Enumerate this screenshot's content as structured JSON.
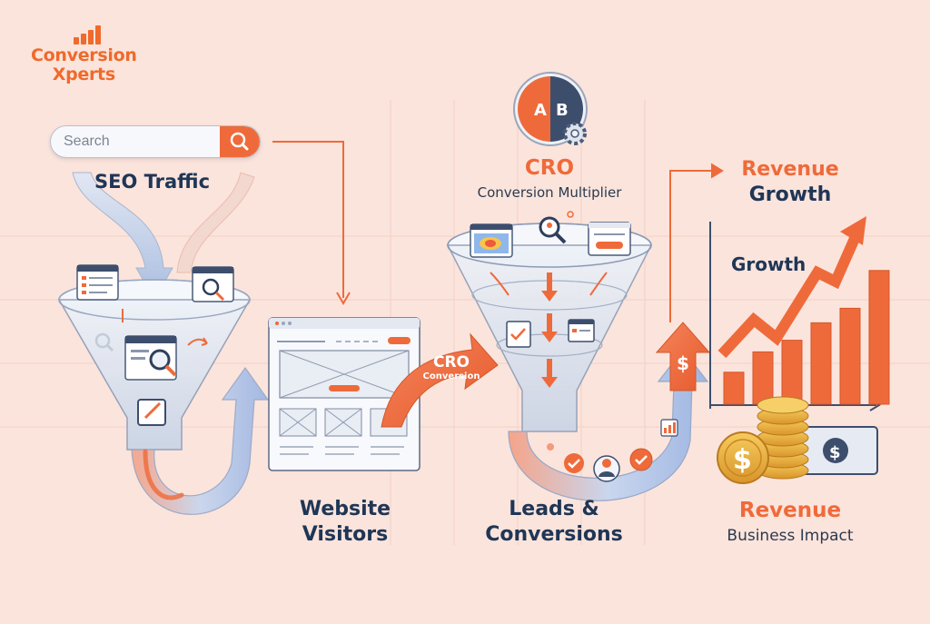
{
  "brand": {
    "line1": "Conversion",
    "line2": "Xperts"
  },
  "search": {
    "placeholder": "Search"
  },
  "stages": {
    "seo": {
      "label": "SEO Traffic"
    },
    "visitors": {
      "line1": "Website",
      "line2": "Visitors"
    },
    "cro_arrow": {
      "title": "CRO",
      "subtitle": "Conversion"
    },
    "cro": {
      "title": "CRO",
      "subtitle": "Conversion Multiplier"
    },
    "leads": {
      "line1": "Leads &",
      "line2": "Conversions"
    },
    "revenue_growth": {
      "line1": "Revenue",
      "line2": "Growth"
    },
    "chart": {
      "label": "Growth"
    },
    "revenue": {
      "title": "Revenue",
      "subtitle": "Business Impact"
    }
  },
  "ab_test": {
    "a": "A",
    "b": "B"
  },
  "symbols": {
    "dollar": "$"
  },
  "bars": [
    0.22,
    0.36,
    0.44,
    0.56,
    0.66,
    0.92
  ],
  "colors": {
    "accent": "#ef6a3a",
    "navy": "#1f3656",
    "background": "#fbe4dc",
    "gold": "#e8a935"
  },
  "icons": [
    "bar-chart-logo-icon",
    "search-icon",
    "funnel-icon",
    "browser-window-icon",
    "ab-test-icon",
    "gear-icon",
    "dollar-icon",
    "coin-stack-icon",
    "banknote-icon",
    "checkmark-badge-icon",
    "user-icon"
  ]
}
